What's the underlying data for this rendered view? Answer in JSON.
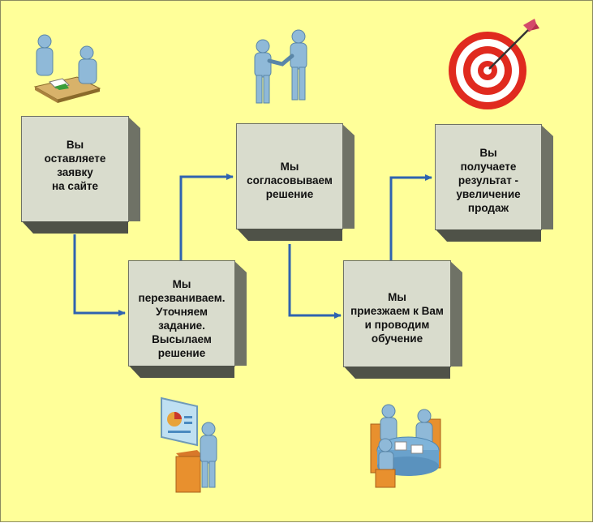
{
  "steps": [
    {
      "id": "step-1",
      "text": "Вы\nоставляете\nзаявку\nна сайте"
    },
    {
      "id": "step-2",
      "text": "Мы\nперезваниваем.\nУточняем\nзадание.\nВысылаем\nрешение"
    },
    {
      "id": "step-3",
      "text": "Мы\nсогласовываем\nрешение"
    },
    {
      "id": "step-4",
      "text": "Мы\nприезжаем к Вам\nи проводим\nобучение"
    },
    {
      "id": "step-5",
      "text": "Вы\nполучаете\nрезультат -\nувеличение\nпродаж"
    }
  ],
  "colors": {
    "background": "#ffff99",
    "box_face": "#d9dccd",
    "box_side": "#6f7266",
    "connector": "#2f63b0",
    "figure": "#8fb9d8",
    "target_red": "#e02a1f"
  },
  "icons": [
    "office-meeting-icon",
    "handshake-icon",
    "target-icon",
    "presentation-icon",
    "round-table-meeting-icon"
  ]
}
